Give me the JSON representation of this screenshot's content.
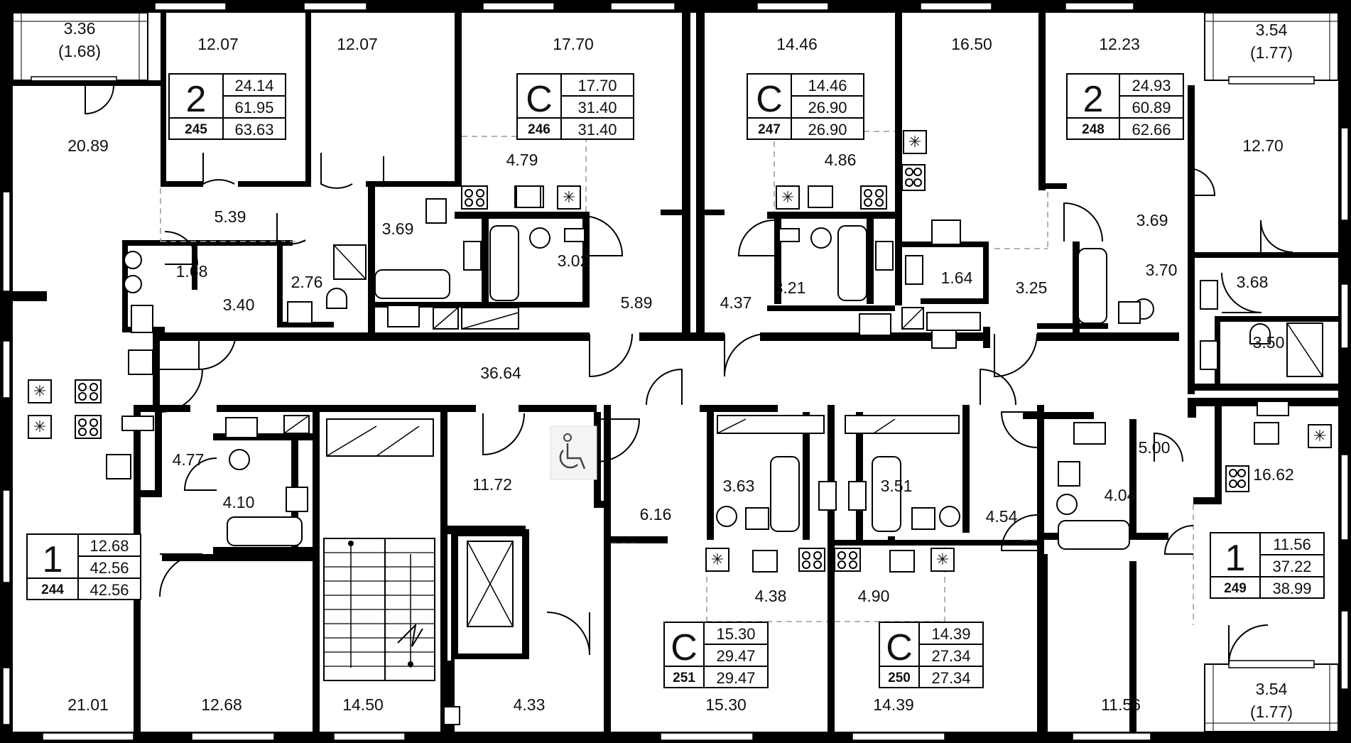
{
  "rooms": [
    {
      "id": "balcony-nw",
      "label": "3.36",
      "sub": "(1.68)"
    },
    {
      "id": "r1",
      "label": "12.07"
    },
    {
      "id": "r2",
      "label": "12.07"
    },
    {
      "id": "r3",
      "label": "17.70"
    },
    {
      "id": "r4",
      "label": "14.46"
    },
    {
      "id": "r5",
      "label": "16.50"
    },
    {
      "id": "r6",
      "label": "12.23"
    },
    {
      "id": "balcony-ne",
      "label": "3.54",
      "sub": "(1.77)"
    },
    {
      "id": "r7",
      "label": "20.89"
    },
    {
      "id": "r8",
      "label": "4.79"
    },
    {
      "id": "r9",
      "label": "4.86"
    },
    {
      "id": "r10",
      "label": "12.70"
    },
    {
      "id": "r11",
      "label": "5.39"
    },
    {
      "id": "r12",
      "label": "3.69"
    },
    {
      "id": "r13",
      "label": "3.69"
    },
    {
      "id": "r14",
      "label": "1.68"
    },
    {
      "id": "r15",
      "label": "3.40"
    },
    {
      "id": "r16",
      "label": "2.76"
    },
    {
      "id": "r17",
      "label": "3.02"
    },
    {
      "id": "r18",
      "label": "3.21"
    },
    {
      "id": "r19",
      "label": "1.64"
    },
    {
      "id": "r20",
      "label": "3.25"
    },
    {
      "id": "r21",
      "label": "3.70"
    },
    {
      "id": "r22",
      "label": "3.68"
    },
    {
      "id": "r23",
      "label": "5.89"
    },
    {
      "id": "r24",
      "label": "4.37"
    },
    {
      "id": "r25",
      "label": "3.50"
    },
    {
      "id": "corridor",
      "label": "36.64"
    },
    {
      "id": "r26",
      "label": "4.77"
    },
    {
      "id": "r27",
      "label": "4.10"
    },
    {
      "id": "r28",
      "label": "11.72"
    },
    {
      "id": "r29",
      "label": "3.63"
    },
    {
      "id": "r30",
      "label": "3.51"
    },
    {
      "id": "r31",
      "label": "5.00"
    },
    {
      "id": "r32",
      "label": "4.04"
    },
    {
      "id": "r33",
      "label": "6.16"
    },
    {
      "id": "r34",
      "label": "4.54"
    },
    {
      "id": "r35",
      "label": "16.62"
    },
    {
      "id": "r36",
      "label": "4.38"
    },
    {
      "id": "r37",
      "label": "4.90"
    },
    {
      "id": "r38",
      "label": "21.01"
    },
    {
      "id": "r39",
      "label": "12.68"
    },
    {
      "id": "r40",
      "label": "14.50"
    },
    {
      "id": "r41",
      "label": "4.33"
    },
    {
      "id": "r42",
      "label": "15.30"
    },
    {
      "id": "r43",
      "label": "14.39"
    },
    {
      "id": "r44",
      "label": "11.56"
    },
    {
      "id": "balcony-se",
      "label": "3.54",
      "sub": "(1.77)"
    }
  ],
  "apartments": [
    {
      "number": "245",
      "type": "2",
      "living": "24.14",
      "area": "61.95",
      "total": "63.63"
    },
    {
      "number": "246",
      "type": "С",
      "living": "17.70",
      "area": "31.40",
      "total": "31.40"
    },
    {
      "number": "247",
      "type": "С",
      "living": "14.46",
      "area": "26.90",
      "total": "26.90"
    },
    {
      "number": "248",
      "type": "2",
      "living": "24.93",
      "area": "60.89",
      "total": "62.66"
    },
    {
      "number": "244",
      "type": "1",
      "living": "12.68",
      "area": "42.56",
      "total": "42.56"
    },
    {
      "number": "249",
      "type": "1",
      "living": "11.56",
      "area": "37.22",
      "total": "38.99"
    },
    {
      "number": "251",
      "type": "С",
      "living": "15.30",
      "area": "29.47",
      "total": "29.47"
    },
    {
      "number": "250",
      "type": "С",
      "living": "14.39",
      "area": "27.34",
      "total": "27.34"
    }
  ],
  "icons": [
    "wheelchair-icon",
    "stove-icon",
    "sink-icon",
    "fan-icon",
    "elevator-icon",
    "stairs-icon"
  ]
}
